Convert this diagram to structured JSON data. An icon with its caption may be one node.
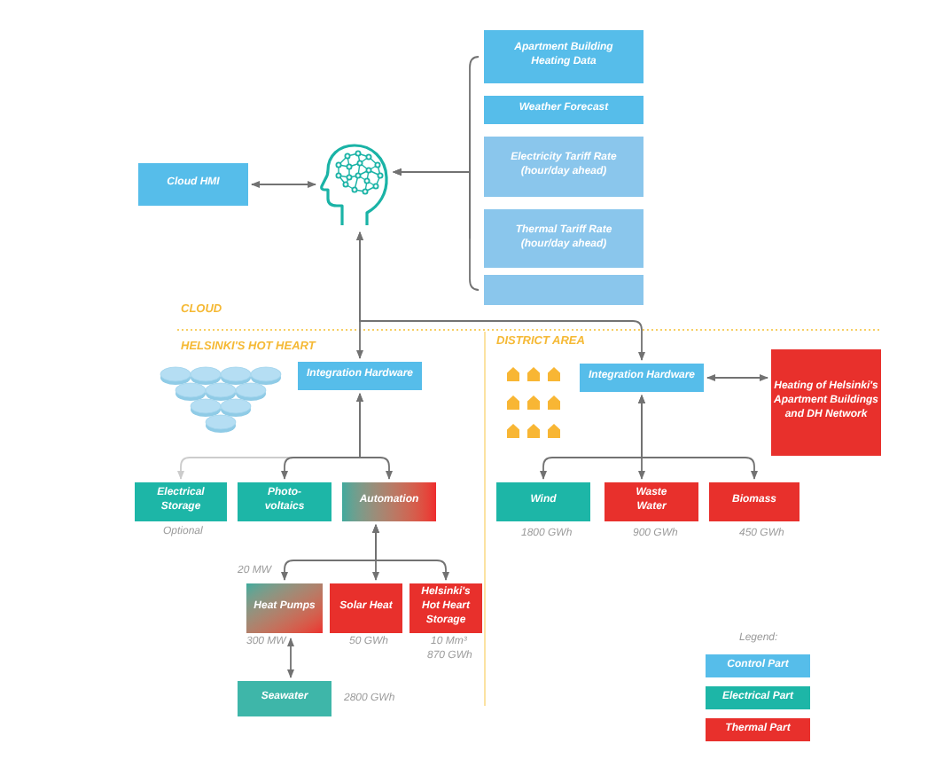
{
  "diagram": {
    "nodes": [
      {
        "text": [
          "Cloud HMI"
        ]
      },
      {
        "text": [],
        "shape": "picture"
      },
      {
        "text": [
          "Apartment Building Heating Data"
        ]
      },
      {
        "text": [
          "Weather Forecast"
        ]
      },
      {
        "text": [
          "Electricity Tariff Rate (hour/day ahead)"
        ]
      },
      {
        "text": [
          "Thermal Tariff Rate (hour/day ahead)"
        ]
      },
      {
        "text": [],
        "shape": "box"
      },
      {
        "text": [
          "Integration Hardware"
        ]
      },
      {
        "text": [
          "Electrical Storage"
        ],
        "beside": [
          "Optional"
        ]
      },
      {
        "text": [
          "Photo- voltaics"
        ]
      },
      {
        "text": [
          "Automation"
        ]
      },
      {
        "text": [
          "Heat Pumps"
        ],
        "beside": [
          "20 MW",
          "300 MW"
        ]
      },
      {
        "text": [
          "Solar Heat"
        ],
        "beside": [
          "50 GWh"
        ]
      },
      {
        "text": [
          "Helsinki's Hot Heart Storage"
        ],
        "beside": [
          "10 Mm³",
          "870 GWh"
        ]
      },
      {
        "text": [
          "Seawater"
        ],
        "beside": [
          "2800 GWh"
        ]
      },
      {
        "text": [
          "Integration Hardware"
        ]
      },
      {
        "text": [
          "Heating of Helsinki's Apartment Buildings and DH Network"
        ]
      },
      {
        "text": [
          "Wind"
        ],
        "beside": [
          "1800 GWh"
        ]
      },
      {
        "text": [
          "Waste Water"
        ],
        "beside": [
          "900 GWh"
        ]
      },
      {
        "text": [
          "Biomass"
        ],
        "beside": [
          "450 GWh"
        ]
      }
    ],
    "edges": [
      {
        "from": 0,
        "to": 1,
        "arrow": "both"
      },
      {
        "from": 2,
        "to": 1,
        "arrow": "to"
      },
      {
        "from": 3,
        "to": 1,
        "arrow": "to"
      },
      {
        "from": 4,
        "to": 1,
        "arrow": "to"
      },
      {
        "from": 5,
        "to": 1,
        "arrow": "to"
      },
      {
        "from": 6,
        "to": 1,
        "arrow": "to"
      },
      {
        "from": 1,
        "to": 7,
        "arrow": "both"
      },
      {
        "from": 1,
        "to": 15,
        "arrow": "both"
      },
      {
        "from": 7,
        "to": 8,
        "arrow": "to",
        "color": "#cccccc"
      },
      {
        "from": 7,
        "to": 9,
        "arrow": "both"
      },
      {
        "from": 7,
        "to": 10,
        "arrow": "both"
      },
      {
        "from": 10,
        "to": 11,
        "arrow": "both"
      },
      {
        "from": 10,
        "to": 12,
        "arrow": "both"
      },
      {
        "from": 10,
        "to": 13,
        "arrow": "both"
      },
      {
        "from": 11,
        "to": 14,
        "arrow": "both"
      },
      {
        "from": 15,
        "to": 16,
        "arrow": "both"
      },
      {
        "from": 15,
        "to": 17,
        "arrow": "both"
      },
      {
        "from": 15,
        "to": 18,
        "arrow": "both"
      },
      {
        "from": 15,
        "to": 19,
        "arrow": "both"
      }
    ],
    "labels": [
      "CLOUD",
      "HELSINKI'S HOT HEART",
      "DISTRICT AREA",
      "Legend:"
    ],
    "legend": [
      {
        "text": "Control Part",
        "color": "#56bdea"
      },
      {
        "text": "Electrical Part",
        "color": "#1db6a7"
      },
      {
        "text": "Thermal Part",
        "color": "#e8302c"
      }
    ]
  }
}
